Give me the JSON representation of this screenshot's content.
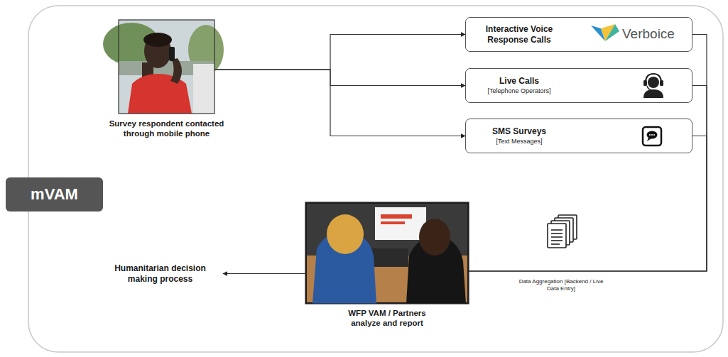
{
  "diagram": {
    "nodes": [
      {
        "text": [
          "Survey respondent contacted through mobile phone"
        ]
      },
      {
        "text": [
          "Interactive Voice Response Calls",
          "Verboice"
        ]
      },
      {
        "text": [
          "Live Calls",
          "[Telephone Operators]"
        ]
      },
      {
        "text": [
          "SMS Surveys",
          "[Text Messages]"
        ]
      },
      {
        "text": [
          "mVAM"
        ]
      },
      {
        "text": [
          "Humanitarian decision making process"
        ]
      },
      {
        "text": [
          "WFP VAM / Partners analyze and report"
        ]
      }
    ],
    "edges": [
      {
        "from": 0,
        "to": 1,
        "arrow": "to"
      },
      {
        "from": 0,
        "to": 2,
        "arrow": "to"
      },
      {
        "from": 0,
        "to": 3,
        "arrow": "to"
      },
      {
        "from": 1,
        "to": 6,
        "arrow": "none"
      },
      {
        "from": 2,
        "to": 6,
        "arrow": "none"
      },
      {
        "from": 3,
        "to": 6,
        "arrow": "none"
      },
      {
        "from": 6,
        "to": 5,
        "arrow": "to"
      }
    ],
    "labels": [
      "Data Aggregation [Backend / Live Data Entry]"
    ]
  }
}
